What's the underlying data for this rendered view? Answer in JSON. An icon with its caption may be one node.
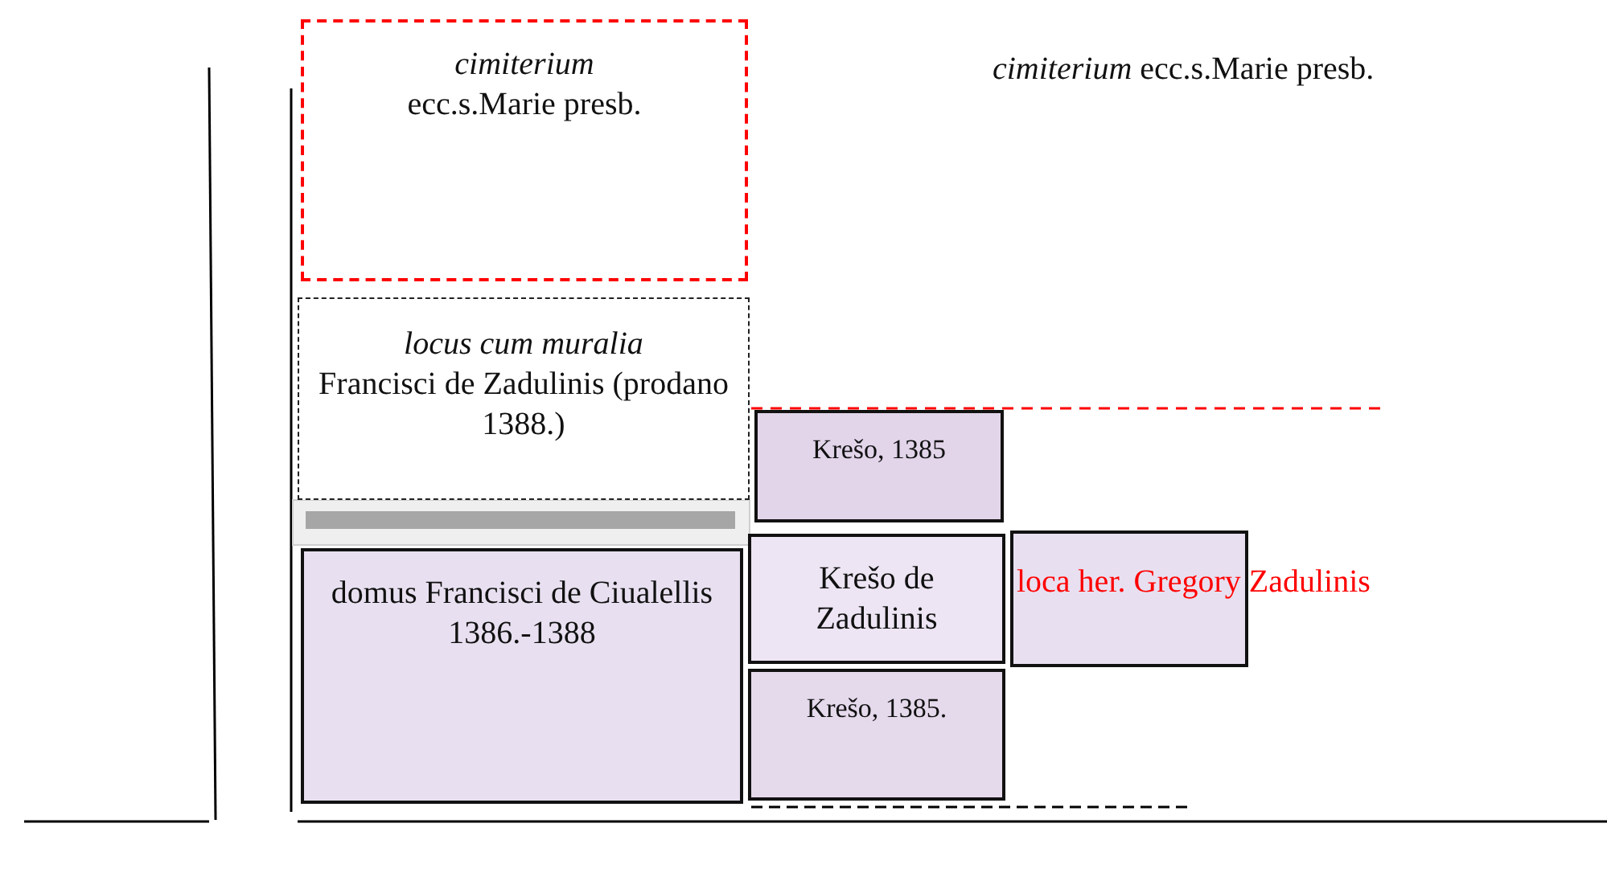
{
  "diagram": {
    "nodes": [
      {
        "text": [
          "cimiterium",
          "ecc.s.Marie presb."
        ]
      },
      {
        "text": [
          "locus cum muralia",
          "Francisci de Zadulinis (prodano 1388.)"
        ]
      },
      {
        "text": [
          "domus Francisci de Ciualellis 1386.-1388"
        ]
      },
      {
        "text": [
          "Krešo, 1385"
        ]
      },
      {
        "text": [
          "Krešo de Zadulinis"
        ]
      },
      {
        "text": [
          "Krešo, 1385."
        ]
      },
      {
        "text": [
          "loca her. Gregory Zadulinis"
        ]
      }
    ],
    "labels": [
      "*cimiterium* ecc.s.Marie presb."
    ]
  }
}
